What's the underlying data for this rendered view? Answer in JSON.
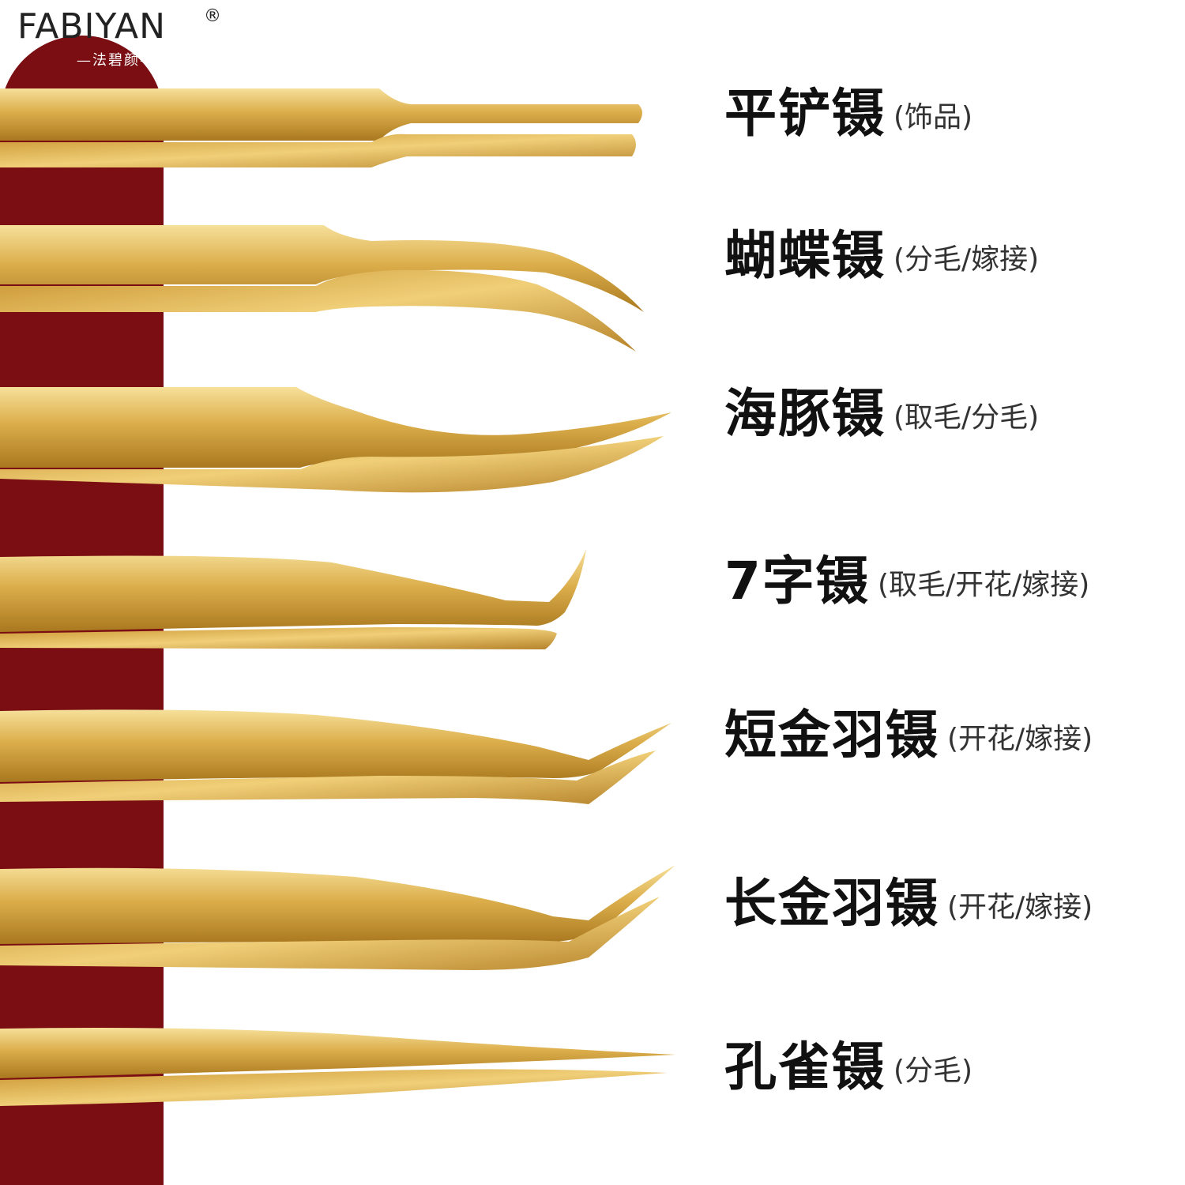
{
  "brand": {
    "name": "FABIYAN",
    "registered": "®",
    "subtitle": "—法碧颜—"
  },
  "colors": {
    "band": "#7a0e12",
    "gold_light": "#f4d98a",
    "gold_mid": "#dcae4b",
    "gold_dark": "#a4741e",
    "text": "#111111"
  },
  "tweezers": [
    {
      "name": "平铲镊",
      "use": "(饰品)"
    },
    {
      "name": "蝴蝶镊",
      "use": "(分毛/嫁接)"
    },
    {
      "name": "海豚镊",
      "use": "(取毛/分毛)"
    },
    {
      "name": "7字镊",
      "use": "(取毛/开花/嫁接)"
    },
    {
      "name": "短金羽镊",
      "use": "(开花/嫁接)"
    },
    {
      "name": "长金羽镊",
      "use": "(开花/嫁接)"
    },
    {
      "name": "孔雀镊",
      "use": "(分毛)"
    }
  ]
}
